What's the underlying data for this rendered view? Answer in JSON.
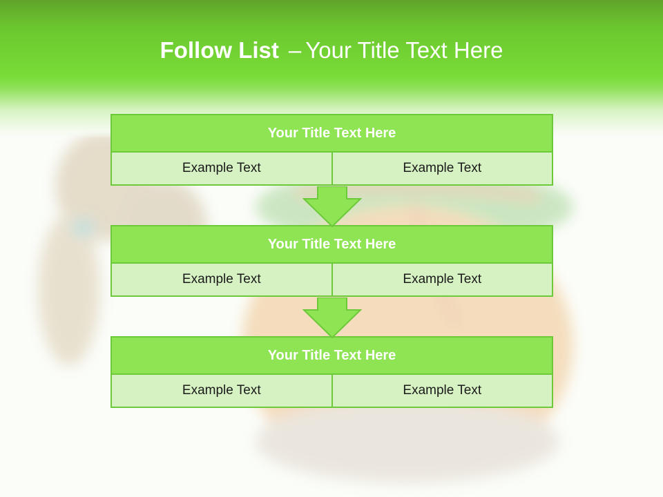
{
  "slide": {
    "title_bold": "Follow List",
    "title_sep": "–",
    "title_rest": "Your Title Text Here"
  },
  "blocks": [
    {
      "header": "Your Title Text Here",
      "left": "Example Text",
      "right": "Example Text"
    },
    {
      "header": "Your Title Text Here",
      "left": "Example Text",
      "right": "Example Text"
    },
    {
      "header": "Your Title Text Here",
      "left": "Example Text",
      "right": "Example Text"
    }
  ],
  "colors": {
    "header_band": "#78dc36",
    "block_header": "#8ee452",
    "block_border": "#6bc93a",
    "block_cell": "#d6f2c3",
    "arrow": "#8ee452"
  },
  "icons": {
    "arrow": "down-arrow-icon"
  }
}
